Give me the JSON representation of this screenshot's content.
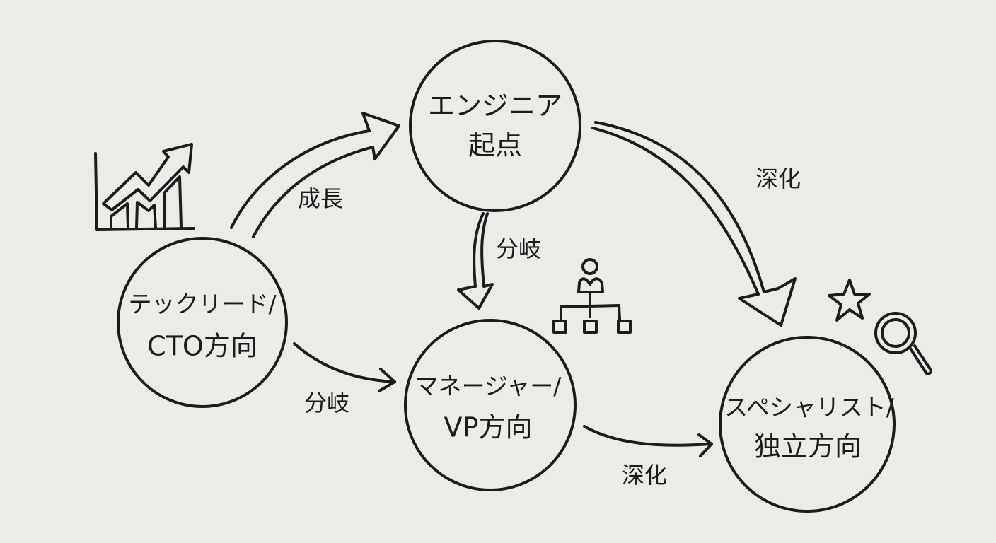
{
  "diagram": {
    "type": "career-path-flow",
    "style": "hand-drawn",
    "colors": {
      "background": "#ecebe7",
      "ink": "#1c1c1c"
    },
    "nodes": [
      {
        "id": "engineer",
        "lines": [
          "エンジニア",
          "起点"
        ]
      },
      {
        "id": "techlead",
        "lines": [
          "テックリード/",
          "CTO方向"
        ]
      },
      {
        "id": "manager",
        "lines": [
          "マネージャー/",
          "VP方向"
        ]
      },
      {
        "id": "specialist",
        "lines": [
          "スペシャリスト/",
          "独立方向"
        ]
      }
    ],
    "edges": [
      {
        "from": "techlead",
        "to": "engineer",
        "label": "成長",
        "style": "double-line-arrow"
      },
      {
        "from": "engineer",
        "to": "manager",
        "label": "分岐",
        "style": "double-line-arrow"
      },
      {
        "from": "engineer",
        "to": "specialist",
        "label": "深化",
        "style": "double-line-arrow"
      },
      {
        "from": "techlead",
        "to": "manager",
        "label": "分岐",
        "style": "single-line-arrow"
      },
      {
        "from": "manager",
        "to": "specialist",
        "label": "深化",
        "style": "single-line-arrow"
      }
    ],
    "icons": [
      {
        "name": "growth-chart-icon",
        "near": "techlead"
      },
      {
        "name": "org-chart-icon",
        "near": "manager"
      },
      {
        "name": "star-icon",
        "near": "specialist"
      },
      {
        "name": "magnifier-icon",
        "near": "specialist"
      }
    ]
  }
}
